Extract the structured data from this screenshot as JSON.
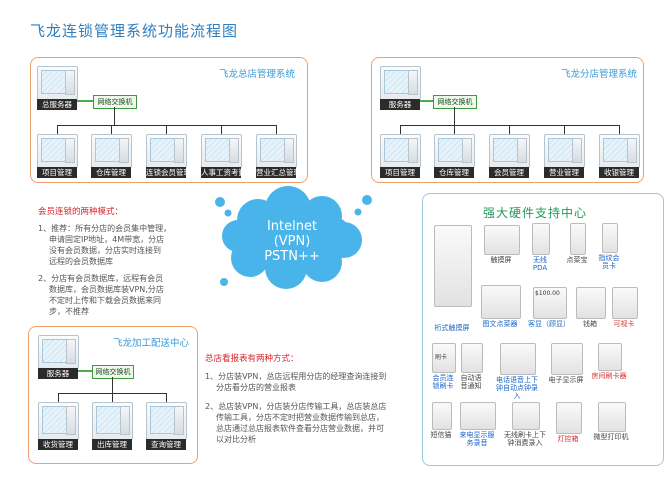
{
  "page_title": "飞龙连锁管理系统功能流程图",
  "switch_label": "网络交换机",
  "hq": {
    "title": "飞龙总店管理系统",
    "server": "总服务器",
    "clients": [
      "项目管理",
      "仓库管理",
      "连锁会员管理",
      "人事工资考勤",
      "营业汇总管理"
    ]
  },
  "branch": {
    "title": "飞龙分店管理系统",
    "server": "服务器",
    "clients": [
      "项目管理",
      "仓库管理",
      "会员管理",
      "营业管理",
      "收银管理"
    ]
  },
  "dist": {
    "title": "飞龙加工配送中心",
    "server": "服务器",
    "clients": [
      "收货管理",
      "出库管理",
      "查询管理"
    ]
  },
  "cloud": {
    "lines": [
      "Intelnet",
      "(VPN)",
      "PSTN++"
    ]
  },
  "member": {
    "heading": "会员连锁的两种模式：",
    "item1": [
      "1、推荐：所有分店的会员集中管理，",
      "申请固定IP地址，4M带宽，分店",
      "没有会员数据，分店实时连接到",
      "远程的会员数据库"
    ],
    "item2": [
      "2、分店有会员数据库，远程有会员",
      "数据库，会员数据库装VPN,分店",
      "不定时上传和下载会员数据来同",
      "步，不推荐"
    ]
  },
  "report": {
    "heading": "总店看报表有两种方式：",
    "item1": [
      "1、分店装VPN，总店远程用分店的经理查询连接到",
      "分店看分店的营业报表"
    ],
    "item2": [
      "2、总店装VPN，分店装分店传输工具，总店装总店",
      "传输工具，分店不定时把营业数据传输到总店，",
      "总店通过总店报表软件查看分店营业数据，并可",
      "以对比分析"
    ]
  },
  "hardware": {
    "title": "强大硬件支持中心",
    "row1": [
      "触摸屏",
      "无线PDA",
      "点菜宝",
      "指纹会员卡"
    ],
    "row2": [
      "桁式触摸屏",
      "图文点菜器",
      "客显（顾显）",
      "钱箱",
      "可视卡"
    ],
    "row3": [
      "会员连锁刷卡",
      "自动语音通知",
      "电话语音上下钟自动点钟录入",
      "电子显示屏",
      "房间刷卡器"
    ],
    "row4": [
      "短信猫",
      "来电显示服务录音",
      "无线刷卡上下钟消费录入",
      "灯控箱",
      "微型打印机"
    ],
    "card_text": "刷卡",
    "price_text": "$100.00"
  }
}
